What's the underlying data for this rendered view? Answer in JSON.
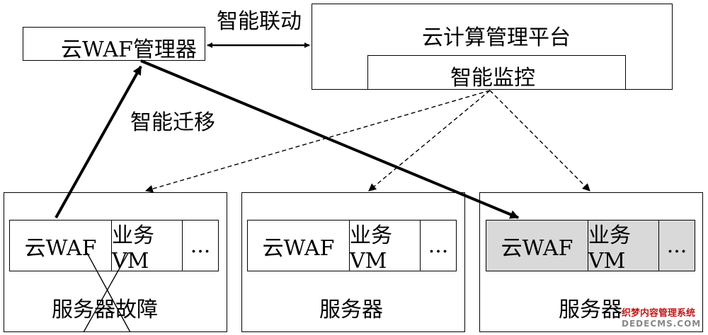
{
  "waf_manager": {
    "label": "云WAF管理器"
  },
  "link_label": "智能联动",
  "cloud_platform": {
    "label": "云计算管理平台",
    "monitor_label": "智能监控"
  },
  "migration_label": "智能迁移",
  "servers": [
    {
      "cells": [
        "云WAF",
        "业务VM",
        "..."
      ],
      "label": "服务器故障"
    },
    {
      "cells": [
        "云WAF",
        "业务VM",
        "..."
      ],
      "label": "服务器"
    },
    {
      "cells": [
        "云WAF",
        "业务VM",
        "..."
      ],
      "label": "服务器"
    }
  ],
  "watermark": {
    "line1": "织梦内容管理系统",
    "line2": "DEDECMS.COM"
  }
}
